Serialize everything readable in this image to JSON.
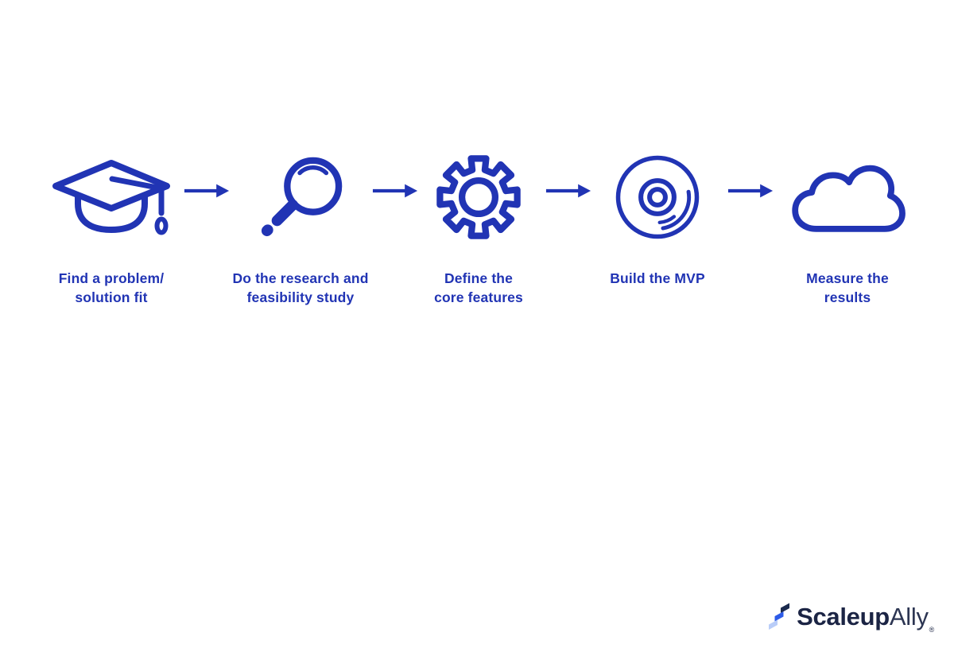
{
  "colors": {
    "primary_blue": "#2134B4",
    "background": "#FFFFFF",
    "logo_text_navy": "#1B2444",
    "logo_mark_navy": "#1B2A4E",
    "logo_mark_blue": "#2D5BE8",
    "logo_mark_light_blue": "#B9CDF8"
  },
  "steps": [
    {
      "id": "find-problem",
      "icon": "graduation-cap-icon",
      "lines": [
        "Find a problem/",
        "solution fit"
      ]
    },
    {
      "id": "research",
      "icon": "magnifying-glass-icon",
      "lines": [
        "Do the research and",
        "feasibility study"
      ]
    },
    {
      "id": "define-features",
      "icon": "gear-icon",
      "lines": [
        "Define the",
        "core features"
      ]
    },
    {
      "id": "build-mvp",
      "icon": "compact-disc-icon",
      "lines": [
        "Build the MVP"
      ]
    },
    {
      "id": "measure-results",
      "icon": "cloud-icon",
      "lines": [
        "Measure the",
        "results"
      ]
    }
  ],
  "arrows": {
    "icon": "right-arrow-icon",
    "count": 4
  },
  "logo": {
    "brand_bold": "Scaleup",
    "brand_light": "Ally",
    "registered": "®"
  }
}
